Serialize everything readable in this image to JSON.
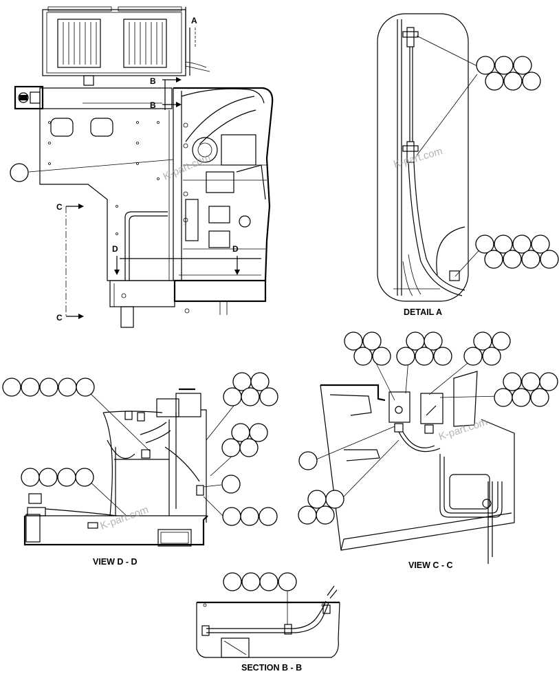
{
  "captions": {
    "detail_a": "DETAIL A",
    "view_dd": "VIEW D - D",
    "view_cc": "VIEW C - C",
    "section_bb": "SECTION B - B"
  },
  "markers": {
    "a": "A",
    "b1": "B",
    "b2": "B",
    "c1": "C",
    "c2": "C",
    "d1": "D",
    "d2": "D"
  },
  "watermark": "K-part.com"
}
